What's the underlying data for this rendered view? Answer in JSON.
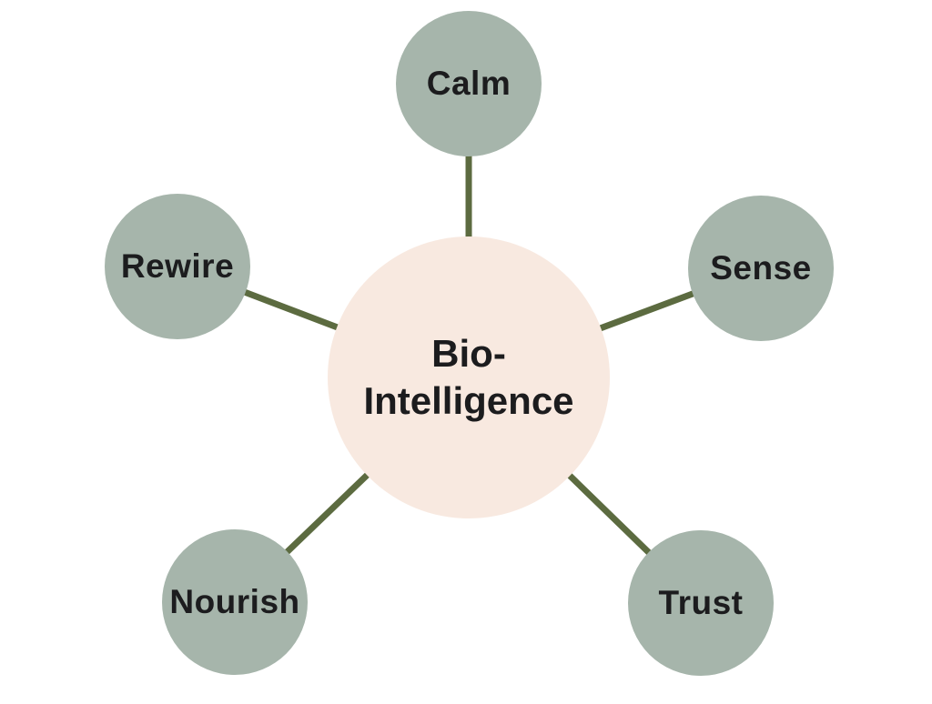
{
  "diagram": {
    "center": {
      "label_line1": "Bio-",
      "label_line2": "Intelligence"
    },
    "nodes": [
      {
        "id": "calm",
        "label": "Calm"
      },
      {
        "id": "sense",
        "label": "Sense"
      },
      {
        "id": "rewire",
        "label": "Rewire"
      },
      {
        "id": "nourish",
        "label": "Nourish"
      },
      {
        "id": "trust",
        "label": "Trust"
      }
    ],
    "colors": {
      "background": "#ffffff",
      "center_fill": "#f8e9e0",
      "node_fill": "#a6b5ab",
      "connector": "#5c6b40",
      "text": "#1c1c1e"
    }
  }
}
